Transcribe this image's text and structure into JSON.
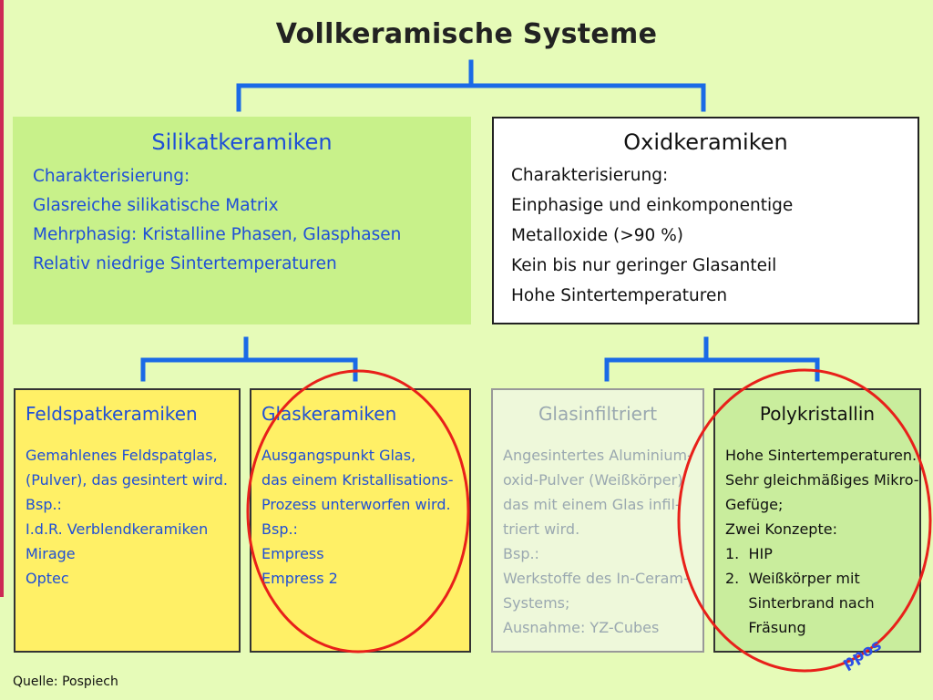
{
  "title": "Vollkeramische Systeme",
  "silikat": {
    "title": "Silikatkeramiken",
    "lines": [
      "Charakterisierung:",
      "Glasreiche silikatische Matrix",
      "Mehrphasig: Kristalline Phasen, Glasphasen",
      "Relativ niedrige Sintertemperaturen"
    ]
  },
  "oxid": {
    "title": "Oxidkeramiken",
    "lines": [
      "Charakterisierung:",
      "Einphasige und einkomponentige",
      "Metalloxide (>90 %)",
      "Kein bis nur geringer Glasanteil",
      "Hohe Sintertemperaturen"
    ]
  },
  "feld": {
    "title": "Feldspatkeramiken",
    "lines": [
      "Gemahlenes Feldspatglas,",
      "(Pulver), das gesintert wird.",
      "Bsp.:",
      "I.d.R. Verblendkeramiken",
      "Mirage",
      "Optec"
    ]
  },
  "glas": {
    "title": "Glaskeramiken",
    "lines": [
      "Ausgangspunkt Glas,",
      "das einem Kristallisations-",
      "Prozess unterworfen wird.",
      "Bsp.:",
      "Empress",
      "Empress 2"
    ]
  },
  "glasinf": {
    "title": "Glasinfiltriert",
    "lines": [
      "Angesintertes Aluminium-",
      "oxid-Pulver (Weißkörper)",
      "das mit einem Glas infil-",
      "triert wird.",
      "Bsp.:",
      "Werkstoffe des In-Ceram-",
      "Systems;",
      "Ausnahme: YZ-Cubes"
    ]
  },
  "poly": {
    "title": "Polykristallin",
    "lines": [
      "Hohe Sintertemperaturen.",
      "Sehr gleichmäßiges Mikro-",
      "Gefüge;",
      "Zwei Konzepte:",
      "1.  HIP",
      "2.  Weißkörper mit",
      "     Sinterbrand nach",
      "     Fräsung"
    ]
  },
  "source": "Quelle: Pospiech",
  "stamp": "ppos",
  "colors": {
    "background": "#e6fbb8",
    "connector": "#1a6ae6",
    "highlight_circle": "#e8201a"
  }
}
